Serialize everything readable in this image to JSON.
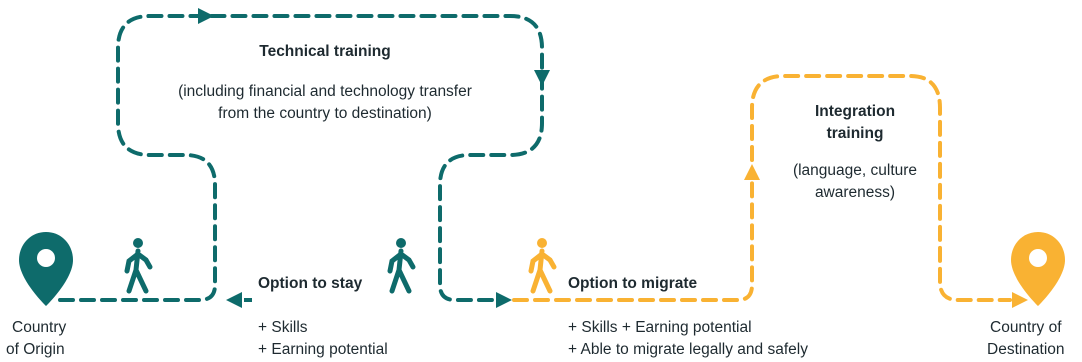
{
  "colors": {
    "teal": "#0e6b6b",
    "amber": "#f9b233",
    "text": "#1e2a30"
  },
  "icons": {
    "origin_pin": "map-pin-icon",
    "walker": "walking-person-icon",
    "destination_pin": "map-pin-icon"
  },
  "origin": {
    "line1": "Country",
    "line2": "of Origin"
  },
  "destination": {
    "line1": "Country of",
    "line2": "Destination"
  },
  "technical_training": {
    "title": "Technical training",
    "desc_line1": "(including financial and technology transfer",
    "desc_line2": "from the country to destination)"
  },
  "integration_training": {
    "title_line1": "Integration",
    "title_line2": "training",
    "desc_line1": "(language, culture",
    "desc_line2": "awareness)"
  },
  "option_stay": {
    "label": "Option to stay",
    "benefit1": "+ Skills",
    "benefit2": "+ Earning potential"
  },
  "option_migrate": {
    "label": "Option to migrate",
    "benefit1": "+ Skills + Earning potential",
    "benefit2": "+ Able to migrate legally and safely"
  }
}
